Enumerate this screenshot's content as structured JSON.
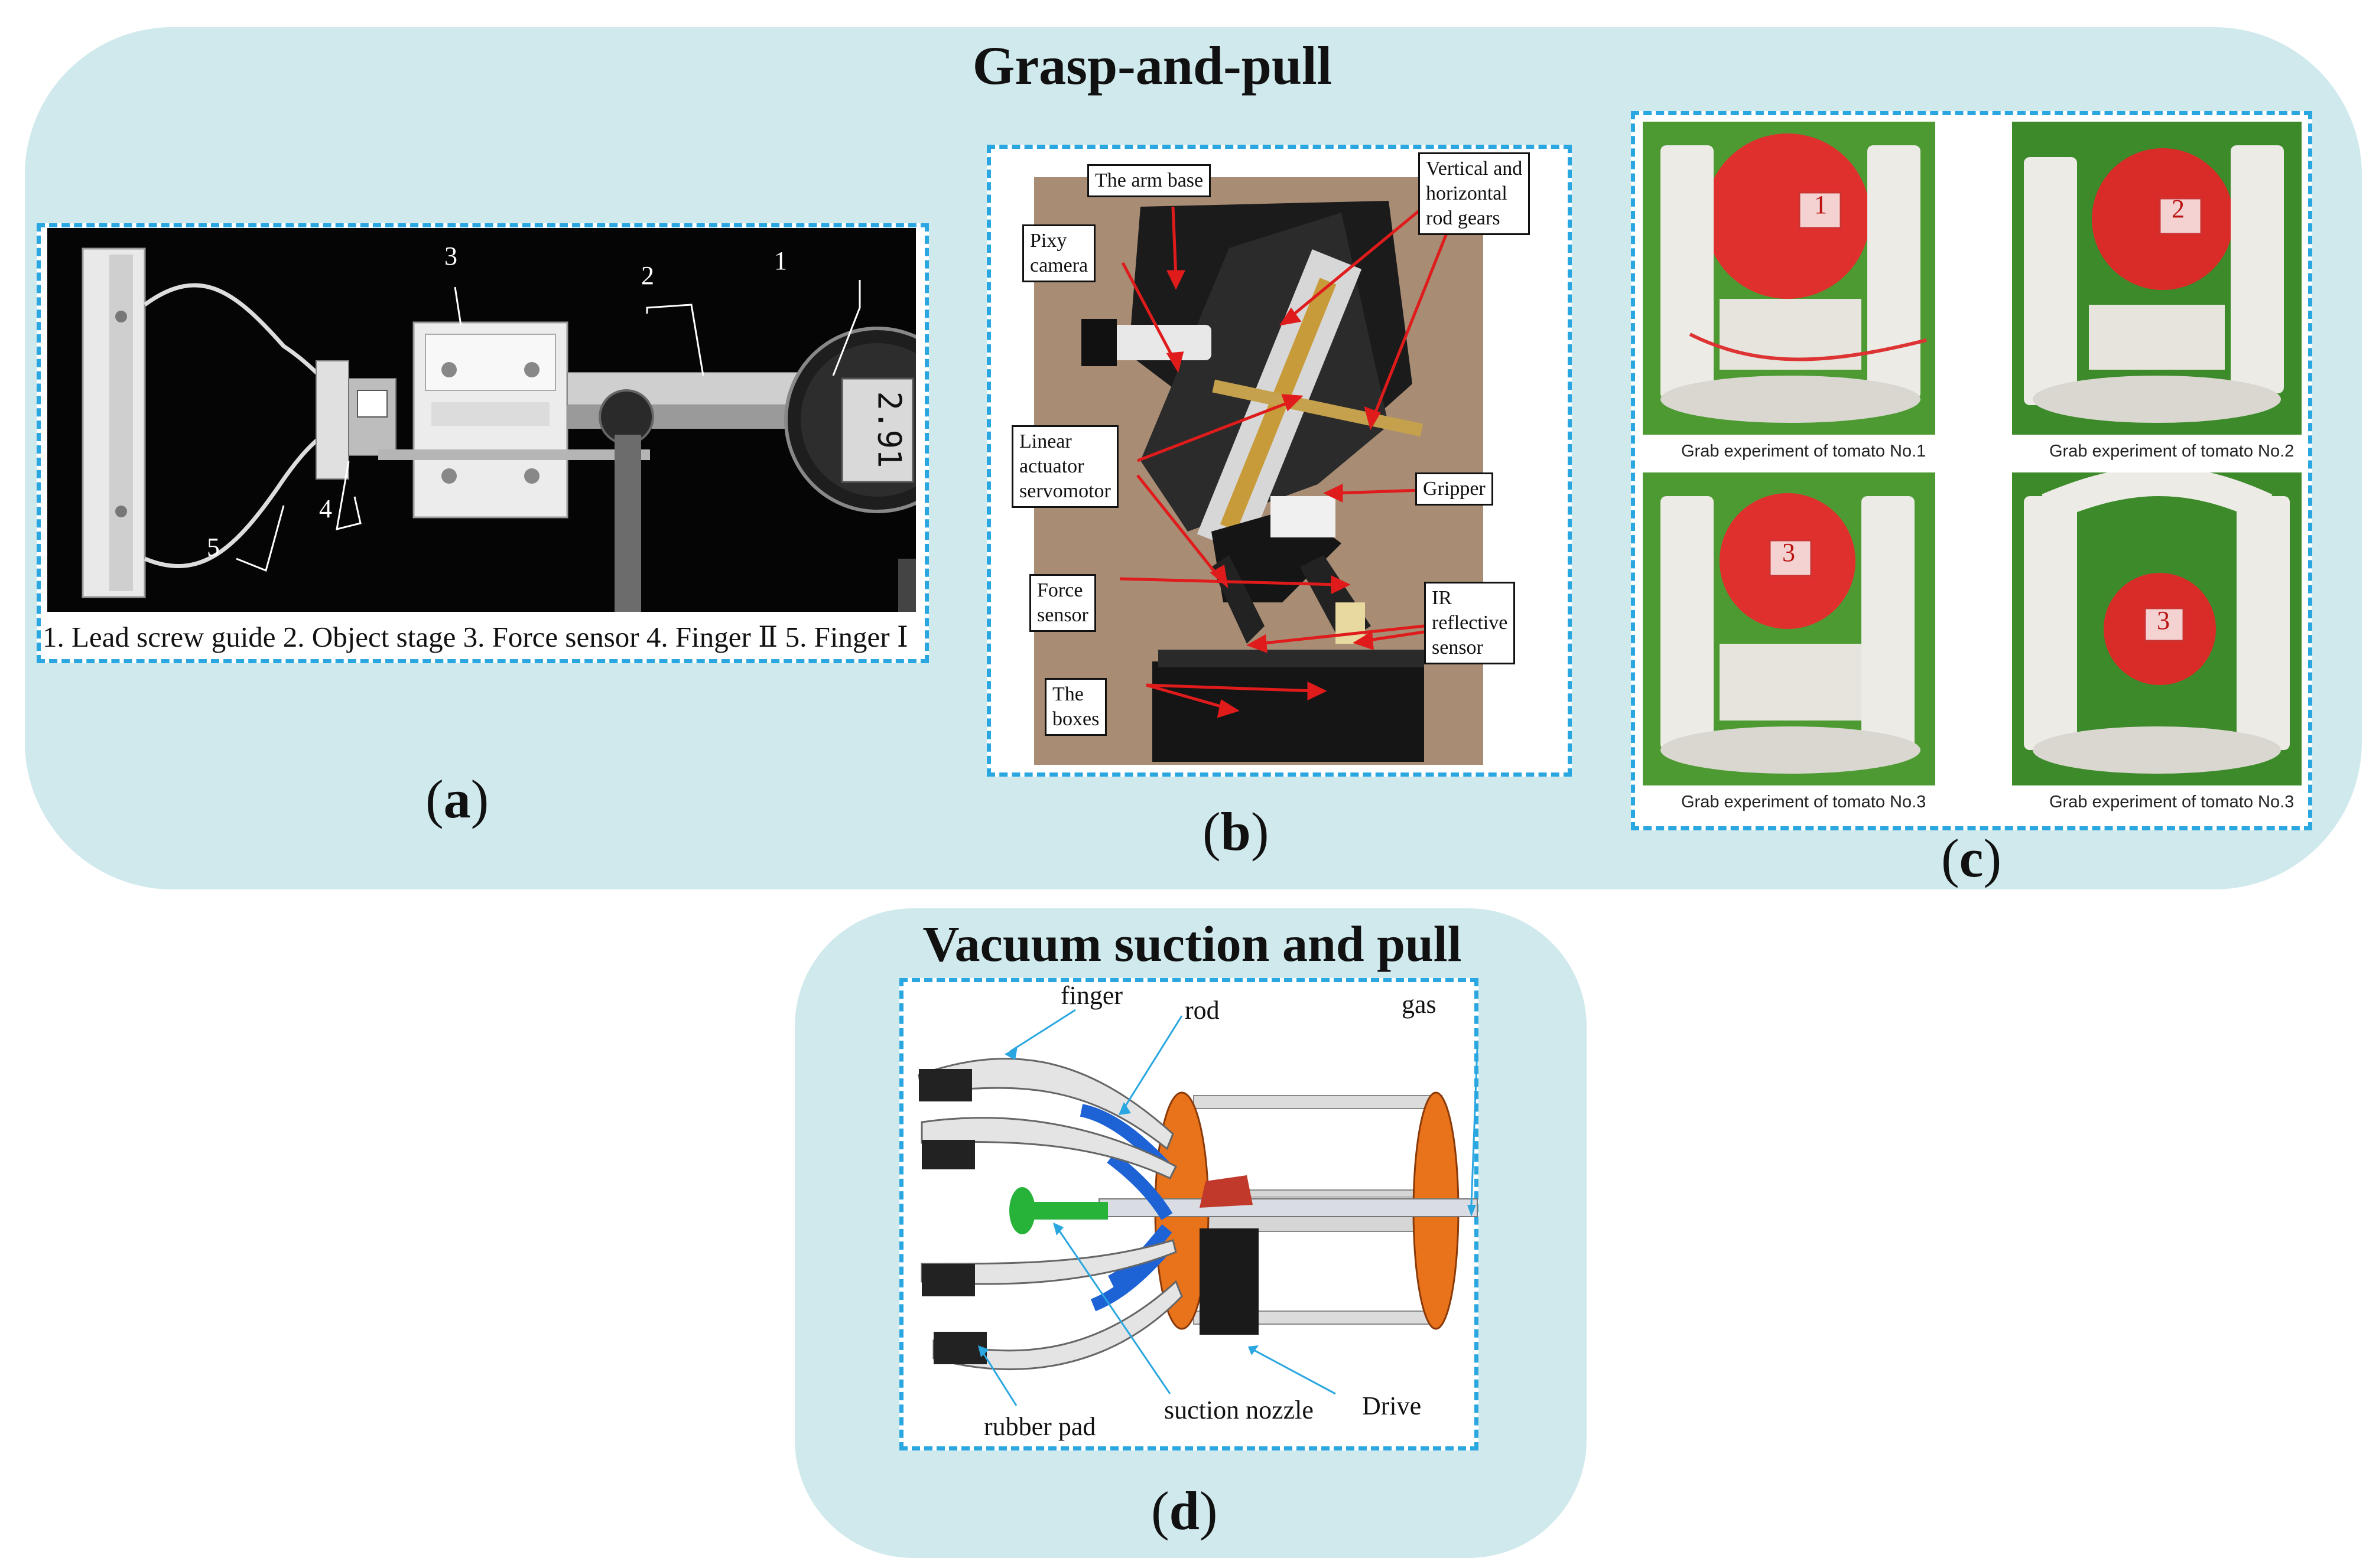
{
  "top_group": {
    "title": "Grasp-and-pull"
  },
  "bottom_group": {
    "title": "Vacuum suction and pull"
  },
  "panel_a": {
    "label": "(a)",
    "label_letter": "a",
    "numbers": [
      "1",
      "2",
      "3",
      "4",
      "5"
    ],
    "display_reading": "2.91",
    "caption": "1. Lead screw guide  2. Object stage  3. Force sensor  4. Finger Ⅱ  5. Finger Ⅰ"
  },
  "panel_b": {
    "label": "(b)",
    "label_letter": "b",
    "callouts": {
      "arm_base": "The arm base",
      "pixy_camera": "Pixy\ncamera",
      "rod_gears": "Vertical and\nhorizontal\nrod gears",
      "linear_actuator": "Linear\nactuator\nservomotor",
      "gripper": "Gripper",
      "force_sensor": "Force\nsensor",
      "ir_sensor": "IR\nreflective\nsensor",
      "boxes": "The\nboxes"
    }
  },
  "panel_c": {
    "label": "(c)",
    "label_letter": "c",
    "captions": [
      "Grab experiment of tomato No.1",
      "Grab experiment of tomato No.2",
      "Grab experiment of tomato No.3",
      "Grab experiment of tomato No.3"
    ],
    "tag_numbers": [
      "1",
      "2",
      "3",
      "3"
    ]
  },
  "panel_d": {
    "label": "(d)",
    "label_letter": "d",
    "labels": {
      "finger": "finger",
      "rod": "rod",
      "gas": "gas",
      "rubber_pad": "rubber pad",
      "suction_nozzle": "suction nozzle",
      "drive": "Drive"
    }
  },
  "colors": {
    "panel_bg": "#cfe9ec",
    "dash_border": "#2aa6e0",
    "arrow_red": "#e01b1b",
    "orange_flange": "#e8731a",
    "blue_rod": "#1e63d6",
    "green_nozzle": "#27b33a"
  }
}
